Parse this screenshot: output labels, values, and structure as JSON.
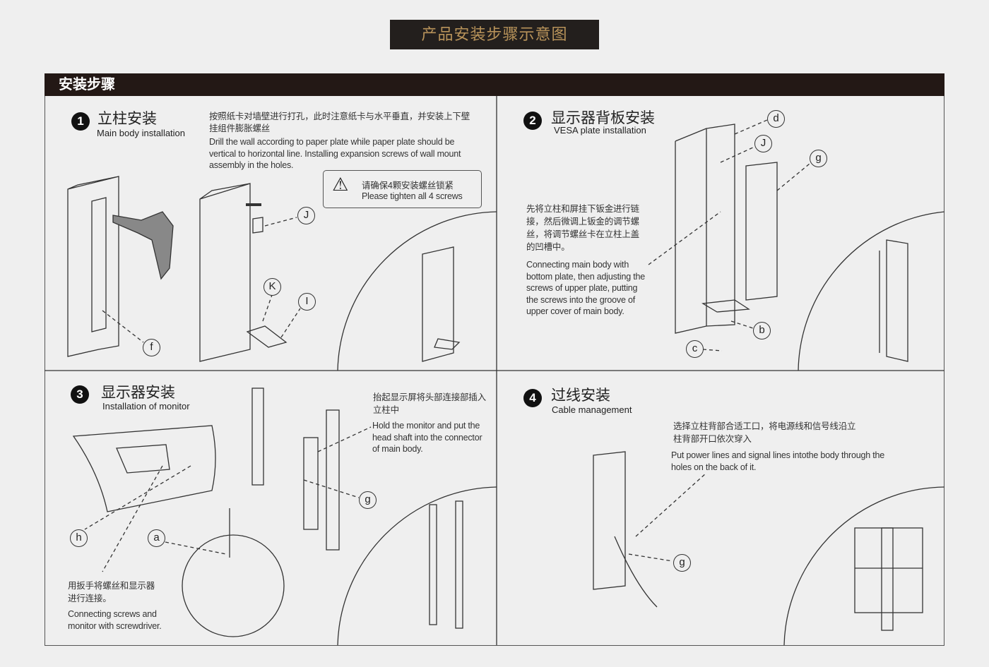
{
  "title": "产品安装步骤示意图",
  "panel_header": "安装步骤",
  "steps": [
    {
      "num": "1",
      "title_cn": "立柱安装",
      "title_en": "Main body installation",
      "desc_cn": "按照纸卡对墙壁进行打孔，此时注意纸卡与水平垂直，并安装上下壁挂组件膨胀螺丝",
      "desc_en": "Drill the wall according to paper plate while paper plate should be vertical to horizontal line. Installing expansion screws of wall mount assembly in the holes.",
      "warning_cn": "请确保4颗安装螺丝锁紧",
      "warning_en": "Please tighten all 4 screws",
      "callouts": [
        "J",
        "K",
        "I",
        "f"
      ]
    },
    {
      "num": "2",
      "title_cn": "显示器背板安装",
      "title_en": "VESA plate installation",
      "desc_cn": "先将立柱和屏挂下钣金进行链接，然后微调上钣金的调节螺丝，将调节螺丝卡在立柱上盖的凹槽中。",
      "desc_en": "Connecting main body with bottom plate, then adjusting the screws of upper plate, putting the screws into the groove of upper cover of main body.",
      "callouts": [
        "d",
        "J",
        "g",
        "b",
        "c"
      ]
    },
    {
      "num": "3",
      "title_cn": "显示器安装",
      "title_en": "Installation of monitor",
      "desc_cn": "抬起显示屏将头部连接部插入立柱中",
      "desc_en": "Hold the monitor and put the head shaft into the connector of main body.",
      "desc2_cn": "用扳手将螺丝和显示器进行连接。",
      "desc2_en": "Connecting screws and monitor with screwdriver.",
      "callouts": [
        "h",
        "a",
        "g"
      ]
    },
    {
      "num": "4",
      "title_cn": "过线安装",
      "title_en": "Cable management",
      "desc_cn": "选择立柱背部合适工口，将电源线和信号线沿立柱背部开口依次穿入",
      "desc_en": "Put power lines and signal lines intothe body through the holes on the back of it.",
      "callouts": [
        "g"
      ]
    }
  ]
}
